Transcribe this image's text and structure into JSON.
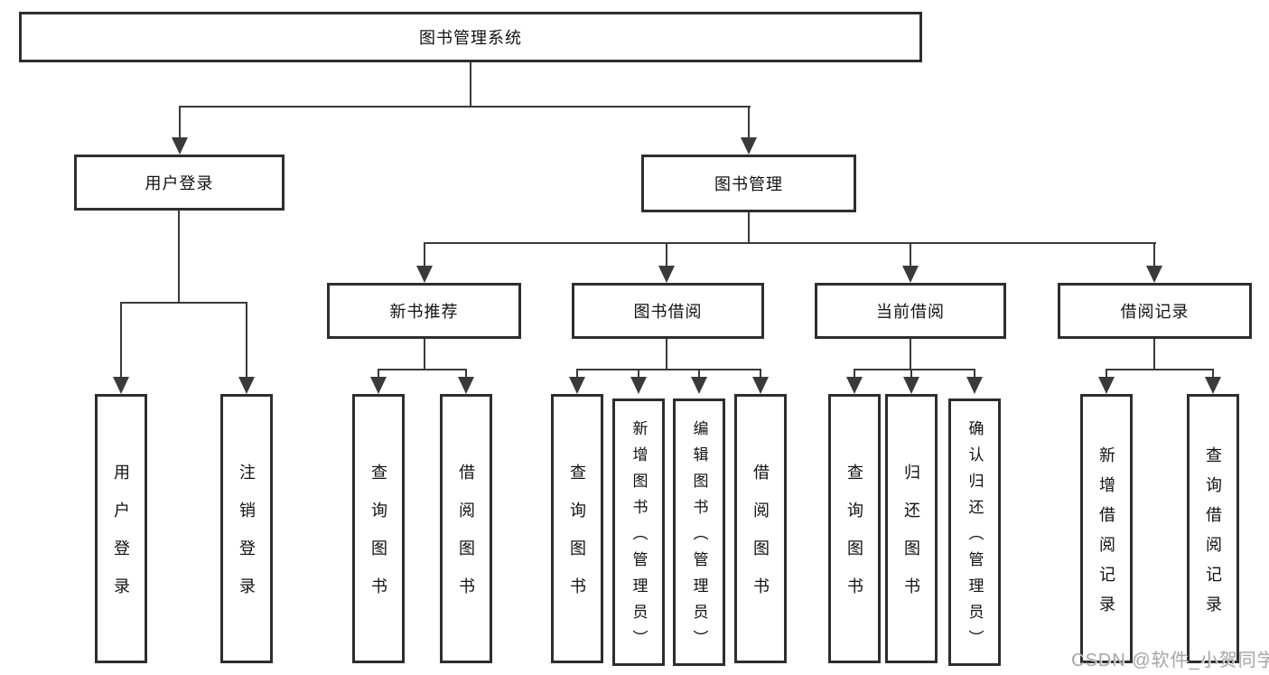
{
  "colors": {
    "line": "#3a3a3a",
    "border": "#2e2e2e",
    "text": "#111111",
    "watermark": "#a9a9a9"
  },
  "tree": {
    "root": {
      "label": "图书管理系统"
    },
    "branches": [
      {
        "label": "用户登录",
        "children": [
          {
            "label": "用户登录"
          },
          {
            "label": "注销登录"
          }
        ]
      },
      {
        "label": "图书管理",
        "children": [
          {
            "label": "新书推荐",
            "children": [
              {
                "label": "查询图书"
              },
              {
                "label": "借阅图书"
              }
            ]
          },
          {
            "label": "图书借阅",
            "children": [
              {
                "label": "查询图书"
              },
              {
                "label": "新增图书（管理员）"
              },
              {
                "label": "编辑图书（管理员）"
              },
              {
                "label": "借阅图书"
              }
            ]
          },
          {
            "label": "当前借阅",
            "children": [
              {
                "label": "查询图书"
              },
              {
                "label": "归还图书"
              },
              {
                "label": "确认归还（管理员）"
              }
            ]
          },
          {
            "label": "借阅记录",
            "children": [
              {
                "label": "新增借阅记录"
              },
              {
                "label": "查询借阅记录"
              }
            ]
          }
        ]
      }
    ]
  },
  "watermark": {
    "text": "CSDN @软件_小贺同学"
  }
}
